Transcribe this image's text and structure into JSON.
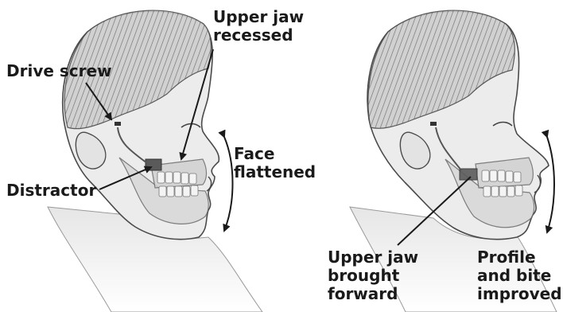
{
  "colors": {
    "ink": "#1a1a1a",
    "skin": "#e9e9e9",
    "hair": "#8a8a8a",
    "bone": "#d6d6d6",
    "teeth": "#f4f4f4",
    "hardware": "#5a5a5a"
  },
  "before": {
    "labels": {
      "drive_screw": "Drive screw",
      "upper_jaw_line1": "Upper jaw",
      "upper_jaw_line2": "recessed",
      "face_line1": "Face",
      "face_line2": "flattened",
      "distractor": "Distractor"
    }
  },
  "after": {
    "labels": {
      "brought_line1": "Upper jaw",
      "brought_line2": "brought",
      "brought_line3": "forward",
      "profile_line1": "Profile",
      "profile_line2": "and bite",
      "profile_line3": "improved"
    }
  }
}
